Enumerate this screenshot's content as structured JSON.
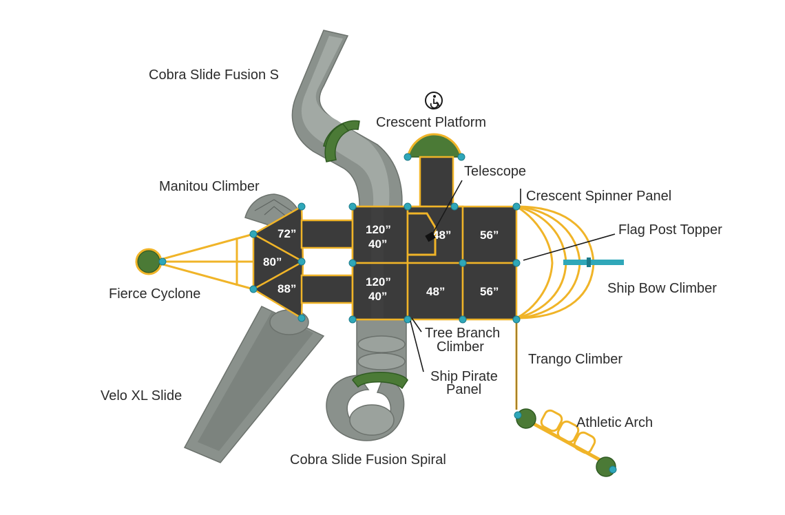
{
  "labels": {
    "cobra_slide_fusion_s": "Cobra Slide Fusion S",
    "crescent_platform": "Crescent Platform",
    "telescope": "Telescope",
    "manitou_climber": "Manitou Climber",
    "crescent_spinner_panel": "Crescent Spinner Panel",
    "flag_post_topper": "Flag Post Topper",
    "fierce_cyclone": "Fierce Cyclone",
    "ship_bow_climber": "Ship Bow Climber",
    "tree_branch_climber_line1": "Tree Branch",
    "tree_branch_climber_line2": "Climber",
    "trango_climber": "Trango Climber",
    "ship_pirate_panel_line1": "Ship Pirate",
    "ship_pirate_panel_line2": "Panel",
    "velo_xl_slide": "Velo XL Slide",
    "athletic_arch": "Athletic Arch",
    "cobra_slide_fusion_spiral": "Cobra Slide Fusion Spiral"
  },
  "deck_heights": {
    "left_top": "72”",
    "left_mid": "80”",
    "left_bottom": "88”",
    "center_top_a": "120”",
    "center_top_b": "40”",
    "center_bottom_a": "120”",
    "center_bottom_b": "40”",
    "right1_top": "48”",
    "right1_bottom": "48”",
    "right2_top": "56”",
    "right2_bottom": "56”"
  },
  "icons": {
    "accessibility": "wheelchair-icon"
  },
  "colors": {
    "deck": "#3b3b3b",
    "trim": "#f0b428",
    "post": "#2fa7b9",
    "slide": "#8a918c",
    "accent_green": "#4b7a36"
  }
}
